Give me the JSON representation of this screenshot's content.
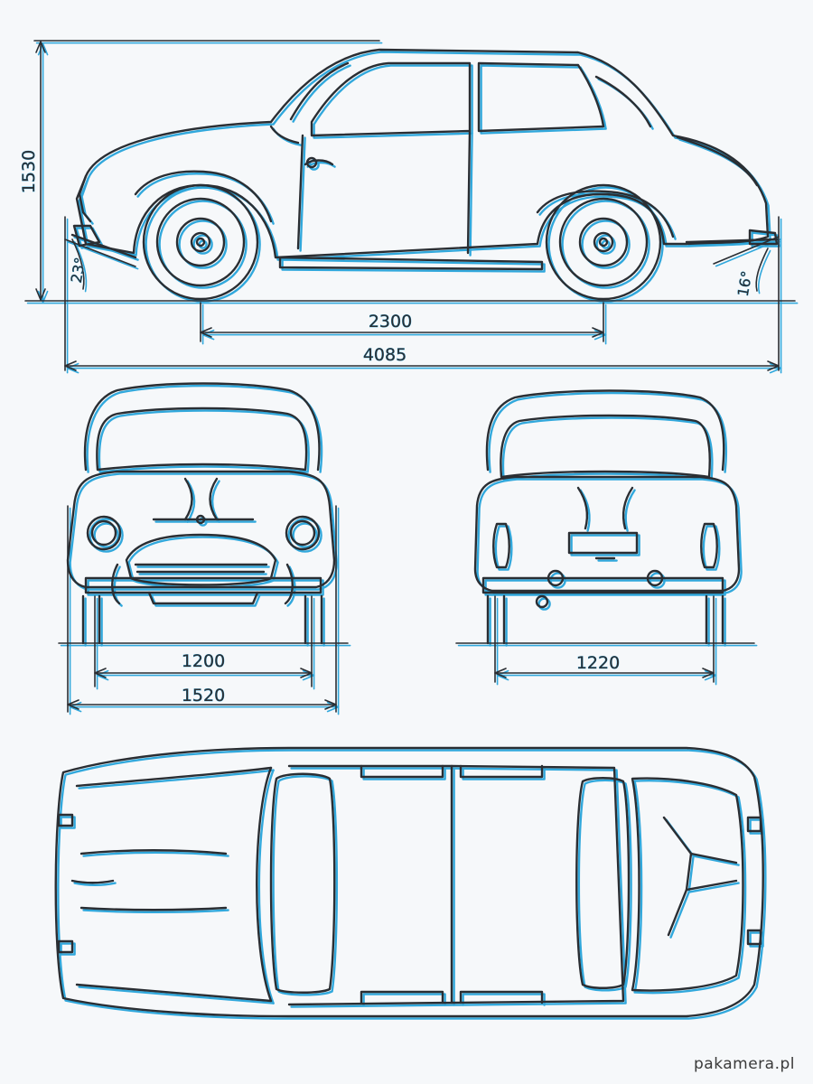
{
  "dimensions": {
    "height": "1530",
    "wheelbase": "2300",
    "length": "4085",
    "front_angle": "23°",
    "rear_angle": "16°",
    "front_track": "1200",
    "front_width": "1520",
    "rear_track": "1220"
  },
  "watermark": "pakamera.pl",
  "colors": {
    "ink": "#2a2e33",
    "blueprint_blue": "#31a8dc",
    "background": "#f6f8fa"
  }
}
